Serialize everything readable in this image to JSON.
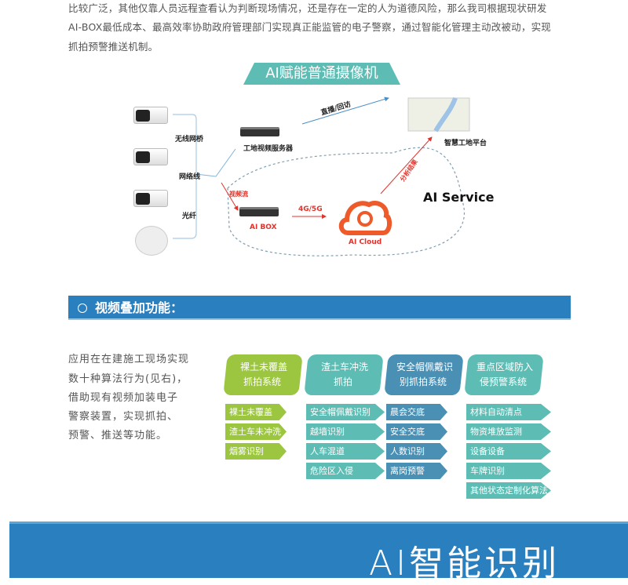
{
  "intro": {
    "lines": [
      "比较广泛，其他仅靠人员远程查看认为判断现场情况，还是存在一定的人为道德风险，那么我司根据现状研发",
      "AI-BOX最低成本、最高效率协助政府管理部门实现真正能监管的电子警察，通过智能化管理主动改被动，实现",
      "抓拍预警推送机制。"
    ]
  },
  "diagram": {
    "banner": "AI赋能普通摄像机",
    "link_wireless": "无线网桥",
    "link_cable": "网络线",
    "link_fiber": "光纤",
    "server": "工地视频服务器",
    "live": "直播/回访",
    "platform": "智慧工地平台",
    "stream": "视频流",
    "aibox": "AI BOX",
    "network": "4G/5G",
    "cloud": "AI Cloud",
    "result": "分析结果",
    "service": "AI Service"
  },
  "section": {
    "title": "视频叠加功能："
  },
  "description": {
    "lines": [
      "应用在在建施工现场实现",
      "数十种算法行为(见右)，",
      "借助现有视频加装电子",
      "警察装置，实现抓拍、",
      "预警、推送等功能。"
    ]
  },
  "systems": [
    {
      "title": [
        "裸土未覆盖",
        "抓拍系统"
      ],
      "color": "#9cc640",
      "items": [
        "裸土未覆盖",
        "渣土车未冲洗",
        "烟雾识别"
      ]
    },
    {
      "title": [
        "渣土车冲洗",
        "抓拍"
      ],
      "color": "#5dbdb4",
      "items": [
        "安全帽佩戴识别",
        "越墙识别",
        "人车混道",
        "危险区入侵"
      ]
    },
    {
      "title": [
        "安全帽佩戴识",
        "别抓拍系统"
      ],
      "color": "#4a8fb4",
      "items": [
        "晨会交底",
        "安全交底",
        "人数识别",
        "离岗预警"
      ]
    },
    {
      "title": [
        "重点区域防入",
        "侵预警系统"
      ],
      "color": "#5dbdb4",
      "items": [
        "材料自动清点",
        "物资堆放监测",
        "设备设备",
        "车牌识别",
        "其他状态定制化算法"
      ]
    }
  ],
  "footer": {
    "title": "AI智能识别"
  }
}
